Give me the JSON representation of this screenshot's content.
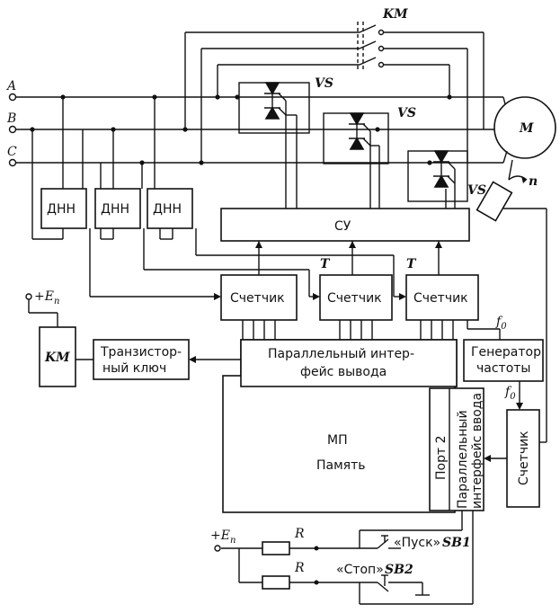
{
  "phases": [
    "A",
    "B",
    "C"
  ],
  "motor": {
    "label": "M",
    "speed": "n"
  },
  "contactor": {
    "label": "KM"
  },
  "thyristor_label": "VS",
  "dnn": [
    "ДНН",
    "ДНН",
    "ДНН"
  ],
  "control_unit": "СУ",
  "counter_label": "Счетчик",
  "t_label": "T",
  "f0_label": "f",
  "f0_sub": "0",
  "output_interface": [
    "Параллельный интер-",
    "фейс вывода"
  ],
  "generator": [
    "Генератор",
    "частоты"
  ],
  "transistor_key": [
    "Транзистор-",
    "ный ключ"
  ],
  "km_box": "KM",
  "supply": {
    "plus": "+E",
    "sub": "п"
  },
  "mp": "МП",
  "memory": "Память",
  "port2": "Порт 2",
  "input_interface": [
    "Параллельный",
    "интерфейс ввода"
  ],
  "resistor": "R",
  "start_button": {
    "label": "«Пуск»",
    "tag": "SB1"
  },
  "stop_button": {
    "label": "«Стоп»",
    "tag": "SB2"
  }
}
